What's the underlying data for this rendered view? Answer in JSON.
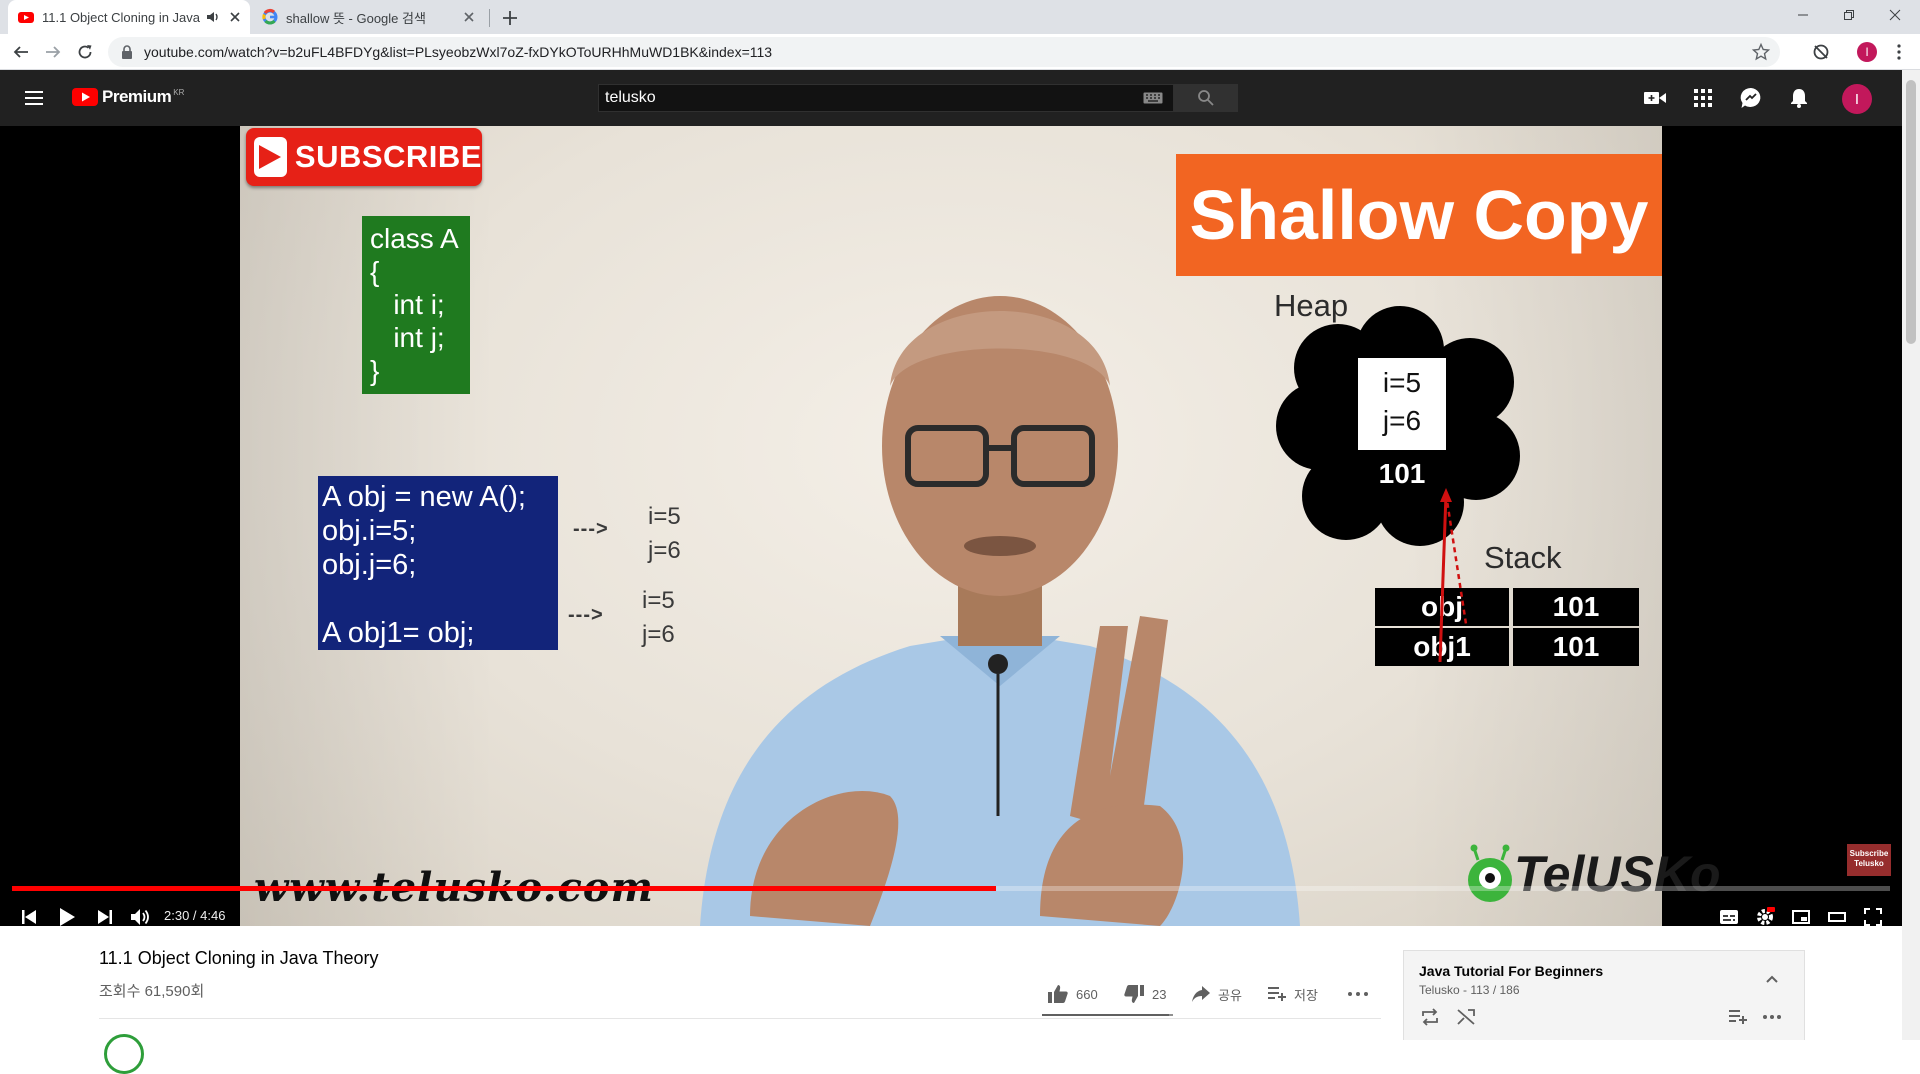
{
  "browser": {
    "tabs": [
      {
        "title": "11.1 Object Cloning in Java",
        "active": true,
        "favicon": "youtube-icon",
        "audio": "speaker-icon"
      },
      {
        "title": "shallow 뜻 - Google 검색",
        "active": false,
        "favicon": "google-icon"
      }
    ],
    "url": "youtube.com/watch?v=b2uFL4BFDYg&list=PLsyeobzWxl7oZ-fxDYkOToURHhMuWD1BK&index=113",
    "profile_initial": "I"
  },
  "youtube": {
    "logo_text": "Premium",
    "logo_region": "KR",
    "search_query": "telusko",
    "avatar_initial": "I",
    "brand_color": "#ff0000"
  },
  "video": {
    "subscribe_badge": "SUBSCRIBE",
    "code_class": "class A\n{\n   int i;\n   int j;\n}",
    "code_main": "A obj = new A();\nobj.i=5;\nobj.j=6;\n\nA obj1= obj;",
    "arrow1": "--->",
    "arrow2": "--->",
    "values1": "i=5\nj=6",
    "values2": "i=5\nj=6",
    "banner_title": "Shallow Copy",
    "heap_label": "Heap",
    "heap_values": "i=5\nj=6",
    "heap_address": "101",
    "stack_label": "Stack",
    "stack_rows": [
      {
        "name": "obj",
        "ref": "101"
      },
      {
        "name": "obj1",
        "ref": "101"
      }
    ],
    "website": "www.telusko.com",
    "brand": "TelUSKo",
    "corner_watermark": "Subscribe Telusko",
    "time_current": "2:30",
    "time_total": "4:46",
    "time_display": "2:30 / 4:46",
    "progress_fraction": 0.524
  },
  "info": {
    "title": "11.1 Object Cloning in Java Theory",
    "views": "조회수 61,590회",
    "likes": "660",
    "dislikes": "23",
    "share_label": "공유",
    "save_label": "저장",
    "like_ratio": 0.966
  },
  "playlist": {
    "title": "Java Tutorial For Beginners",
    "meta": "Telusko - 113 / 186"
  }
}
